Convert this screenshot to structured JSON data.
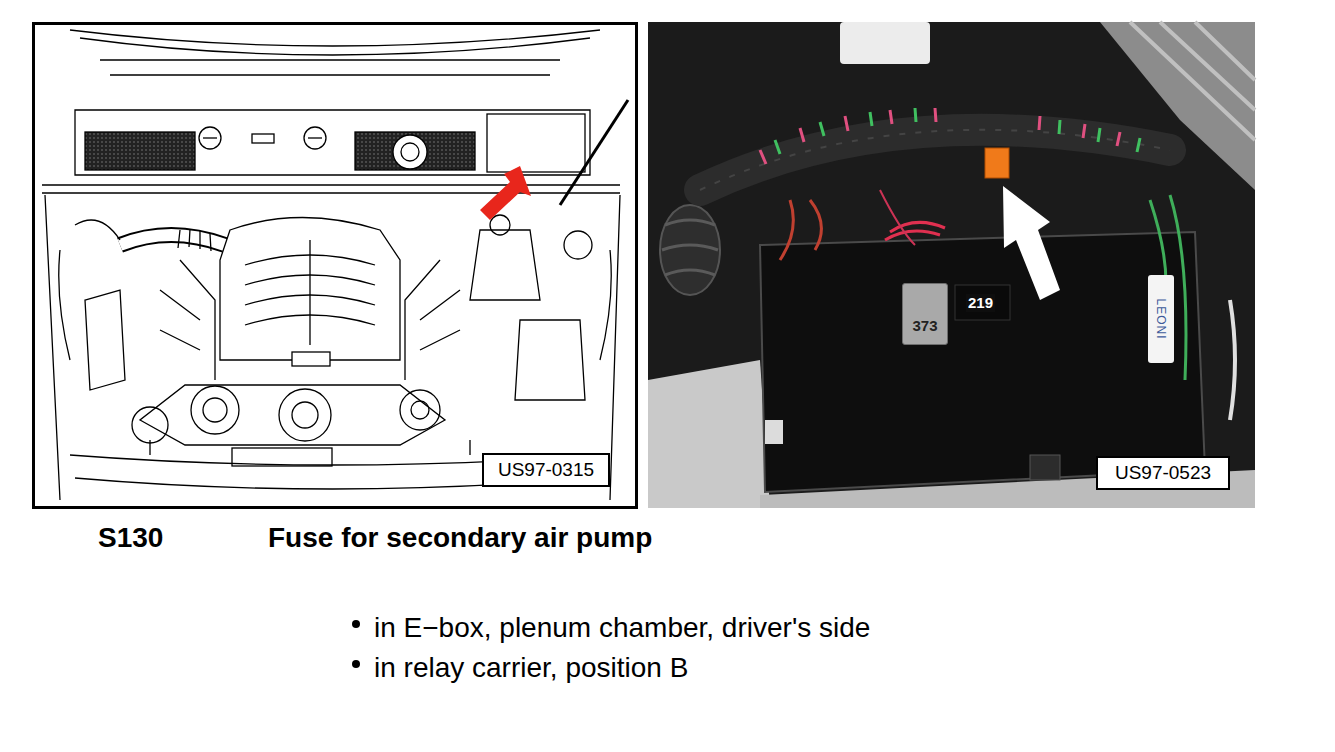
{
  "diagram": {
    "nodes": [
      {
        "text": [
          "US97-0315"
        ]
      },
      {
        "text": [
          "373"
        ]
      },
      {
        "text": [
          "US97-0523"
        ]
      }
    ],
    "labels": [
      "219",
      "LEONI",
      "S130",
      "Fuse for secondary air pump",
      "in E−box, plenum chamber, driver's side",
      "in relay carrier, position B"
    ]
  }
}
